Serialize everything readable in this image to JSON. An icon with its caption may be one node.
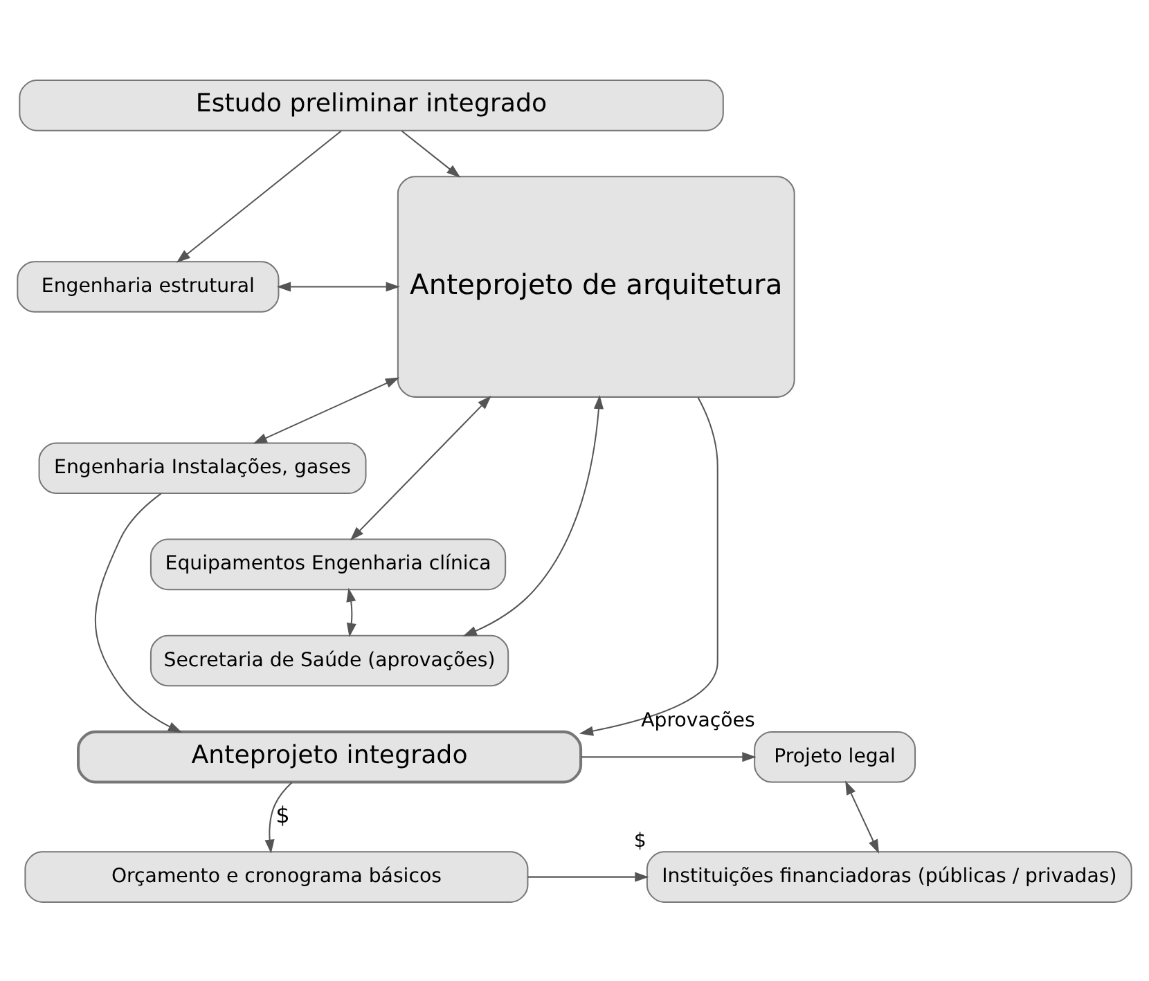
{
  "diagram": {
    "nodes": [
      {
        "text": [
          "Estudo preliminar integrado"
        ]
      },
      {
        "text": [
          "Engenharia estrutural"
        ]
      },
      {
        "text": [
          "Engenharia Instalações, gases"
        ]
      },
      {
        "text": [
          "Equipamentos Engenharia clínica"
        ]
      },
      {
        "text": [
          "Anteprojeto de arquitetura"
        ]
      },
      {
        "text": [
          "Secretaria de Saúde (aprovações)"
        ]
      },
      {
        "text": [
          "Anteprojeto integrado"
        ]
      },
      {
        "text": [
          "Projeto legal"
        ],
        "beside": [
          "Aprovações"
        ]
      },
      {
        "text": [
          "Orçamento e cronograma básicos"
        ]
      },
      {
        "text": [
          "Instituições financiadoras (públicas / privadas)"
        ],
        "beside": [
          "$"
        ]
      }
    ],
    "edges": [
      {
        "from": 0,
        "to": 1,
        "arrow": "to"
      },
      {
        "from": 0,
        "to": 4,
        "arrow": "to"
      },
      {
        "from": 1,
        "to": 4,
        "arrow": "both"
      },
      {
        "from": 2,
        "to": 4,
        "arrow": "both"
      },
      {
        "from": 3,
        "to": 4,
        "arrow": "both"
      },
      {
        "from": 3,
        "to": 5,
        "arrow": "both"
      },
      {
        "from": 5,
        "to": 4,
        "arrow": "both"
      },
      {
        "from": 2,
        "to": 6,
        "arrow": "to"
      },
      {
        "from": 4,
        "to": 6,
        "arrow": "to"
      },
      {
        "from": 6,
        "to": 7,
        "arrow": "to"
      },
      {
        "from": 6,
        "to": 8,
        "arrow": "to",
        "label": "$"
      },
      {
        "from": 7,
        "to": 9,
        "arrow": "both"
      },
      {
        "from": 8,
        "to": 9,
        "arrow": "to"
      }
    ]
  }
}
